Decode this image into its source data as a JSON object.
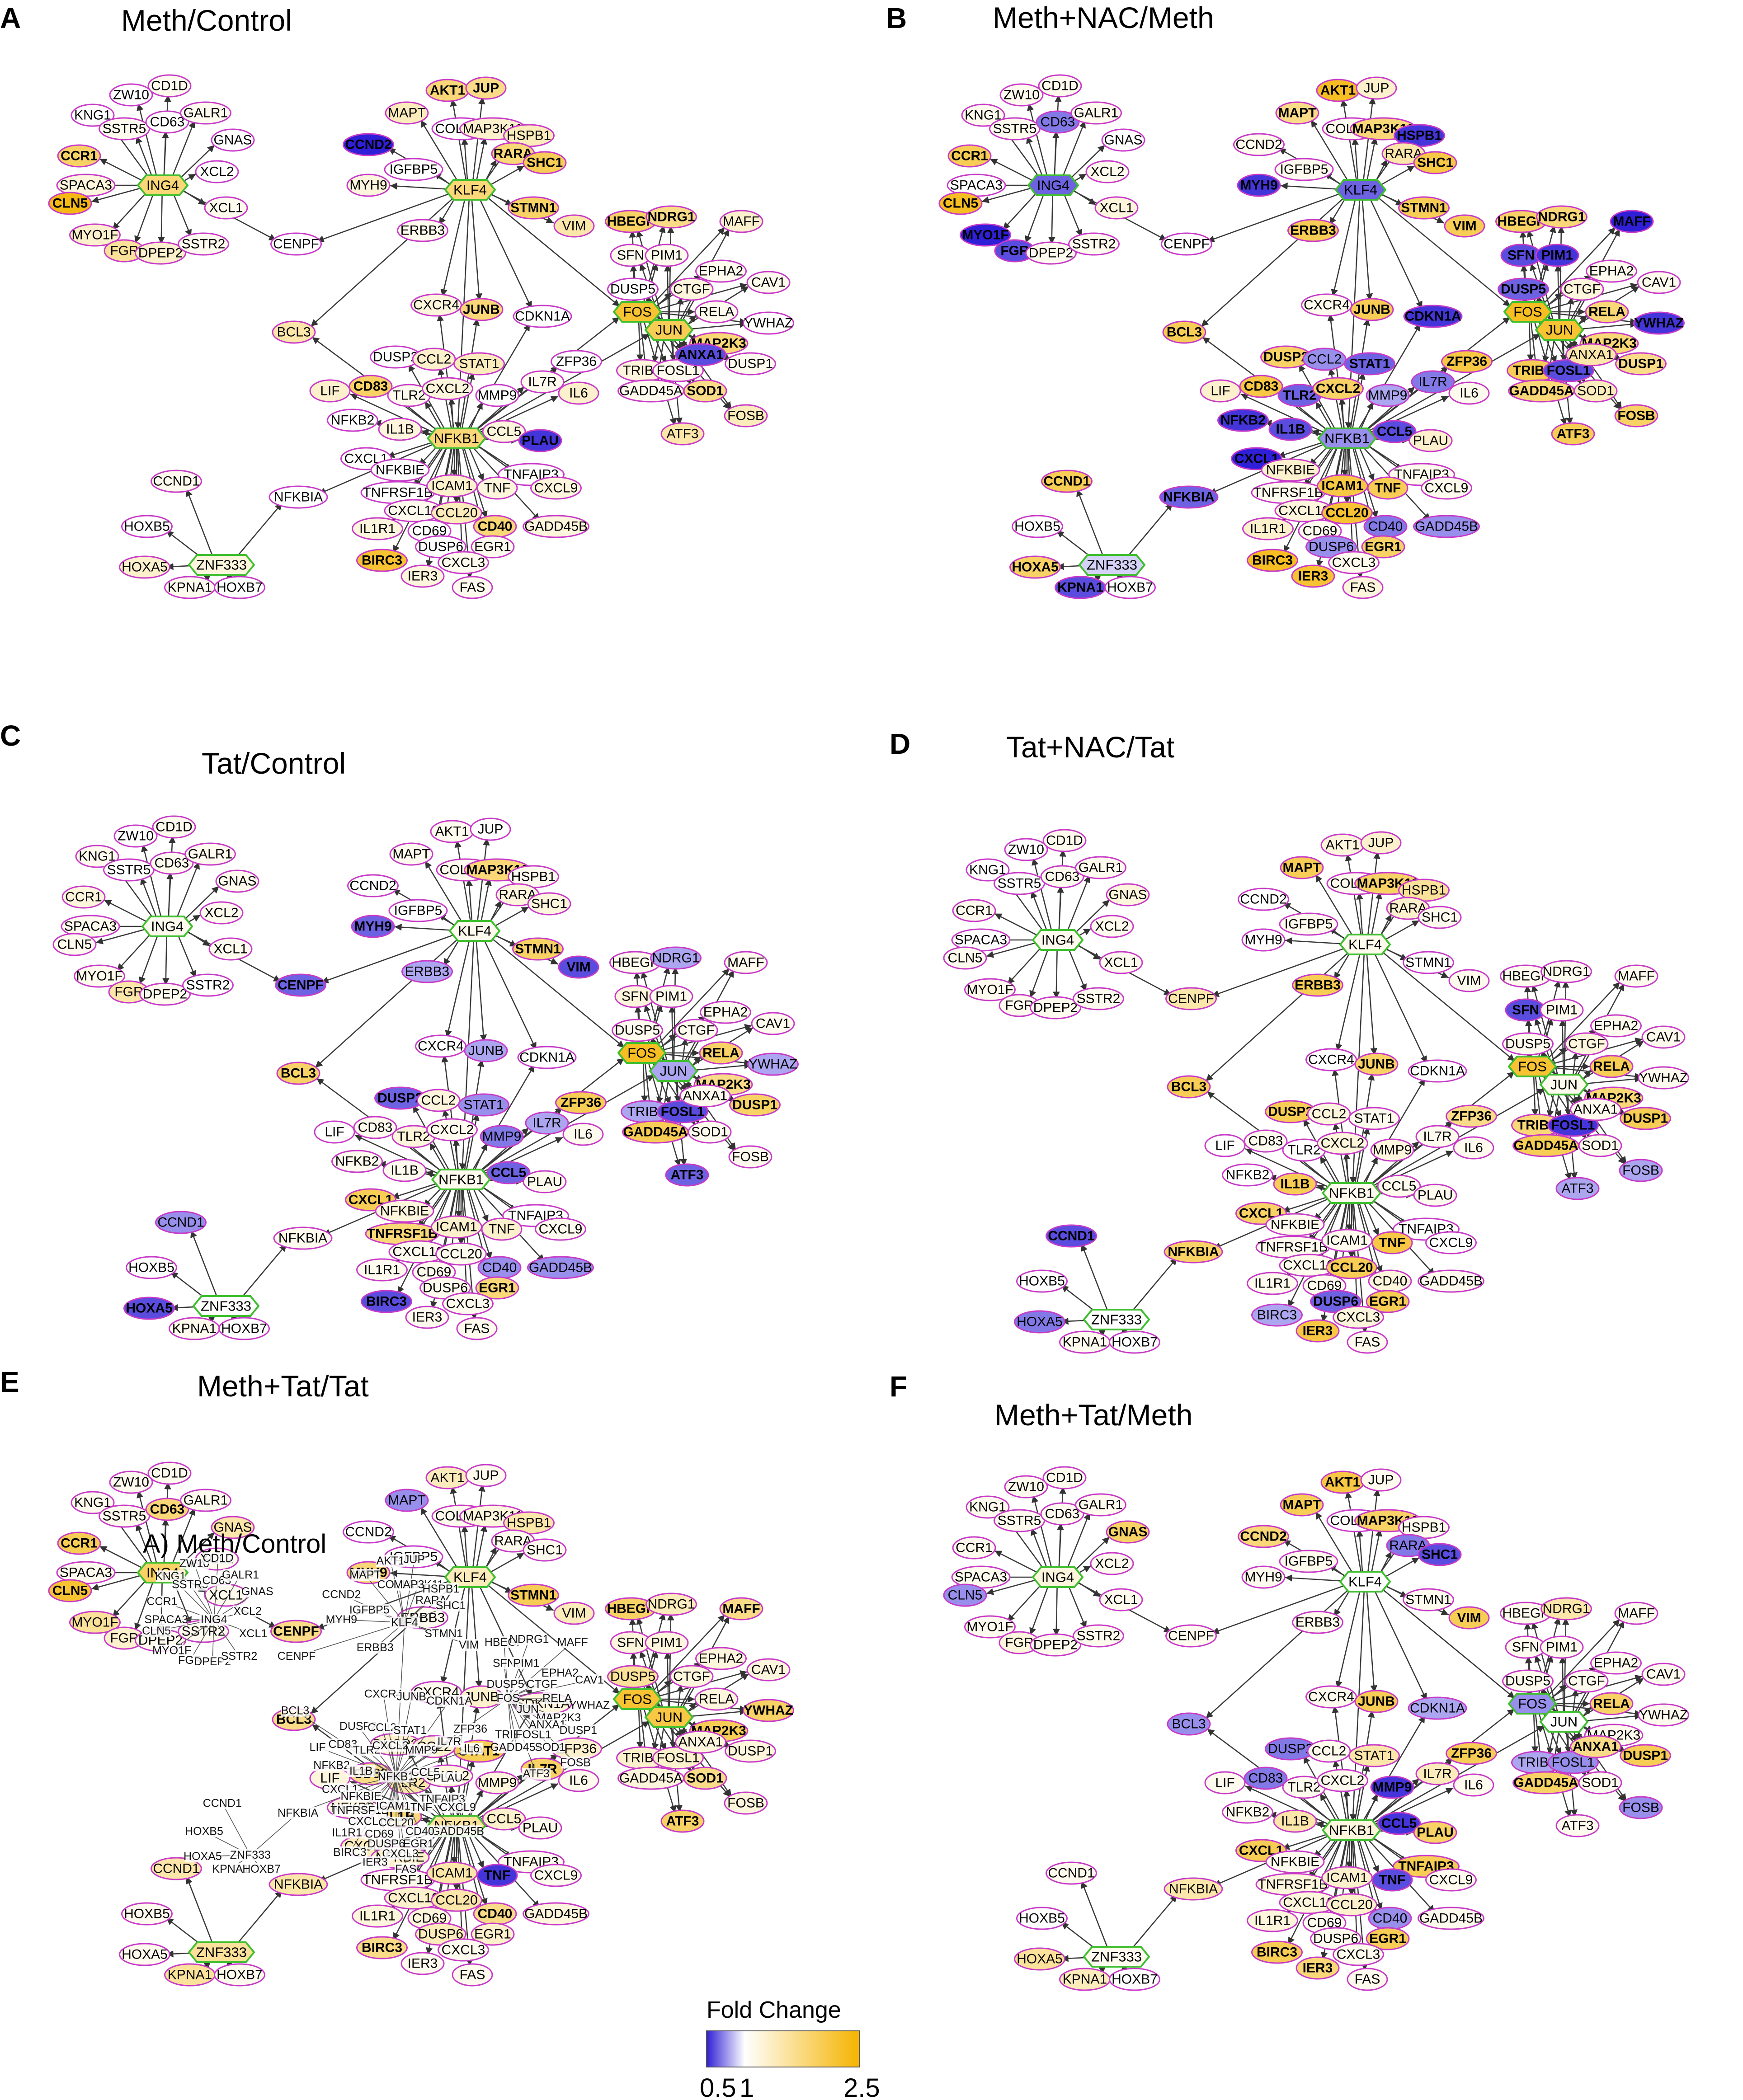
{
  "panels": [
    {
      "letter": "A",
      "title": "Meth/Control"
    },
    {
      "letter": "B",
      "title": "Meth+NAC/Meth"
    },
    {
      "letter": "C",
      "title": "Tat/Control"
    },
    {
      "letter": "D",
      "title": "Tat+NAC/Tat"
    },
    {
      "letter": "E",
      "title": "Meth+Tat/Tat"
    },
    {
      "letter": "F",
      "title": "Meth+Tat/Meth"
    }
  ],
  "overlay_label": "A) Meth/Control",
  "legend": {
    "title": "Fold Change",
    "ticks": [
      "0.5",
      "1",
      "2.5"
    ],
    "colors": {
      "low": "#2f1fd6",
      "mid": "#ffffff",
      "high": "#f5b400"
    }
  },
  "hubs": [
    "ING4",
    "KLF4",
    "NFKB1",
    "FOS",
    "JUN",
    "ZNF333"
  ],
  "clusters": {
    "ING4": [
      "ZW10",
      "CD1D",
      "KNG1",
      "SSTR5",
      "CD63",
      "GALR1",
      "GNAS",
      "CCR1",
      "XCL2",
      "SPACA3",
      "CLN5",
      "XCL1",
      "MYO1F",
      "FGR",
      "DPEP2",
      "SSTR2"
    ],
    "KLF4": [
      "MAPT",
      "AKT1",
      "JUP",
      "COL1A1",
      "MAP3K11",
      "HSPB1",
      "CCND2",
      "IGFBP5",
      "RARA",
      "MYH9",
      "SHC1",
      "ERBB3",
      "STMN1",
      "CENPF",
      "VIM"
    ],
    "NFKB1": [
      "BCL3",
      "CXCR4",
      "JUNB",
      "CDKN1A",
      "DUSP2",
      "CCL2",
      "STAT1",
      "LIF",
      "CD83",
      "TLR2",
      "CXCL2",
      "MMP9",
      "IL7R",
      "NFKB2",
      "IL1B",
      "CCL5",
      "PLAU",
      "CXCL1",
      "NFKBIE",
      "TNFAIP3",
      "TNFRSF1B",
      "ICAM1",
      "TNF",
      "CXCL9",
      "CXCL10",
      "CCL20",
      "GADD45B",
      "IL1R1",
      "CD69",
      "CD40",
      "EGR1",
      "BIRC3",
      "DUSP6",
      "CXCL3",
      "IER3",
      "FAS",
      "ZFP36",
      "IL6",
      "NFKBIA"
    ],
    "FOS": [
      "HBEGF",
      "NDRG1",
      "MAFF",
      "SFN",
      "PIM1",
      "DUSP5",
      "CTGF",
      "EPHA2",
      "CAV1",
      "RELA",
      "YWHAZ",
      "TRIB1",
      "FOSL1",
      "MAP2K3",
      "ANXA1",
      "DUSP1",
      "GADD45A",
      "SOD1",
      "FOSB",
      "ATF3"
    ],
    "ZNF333": [
      "CCND1",
      "HOXB5",
      "HOXA5",
      "KPNA1",
      "HOXB7"
    ]
  },
  "fold_change": {
    "A": {
      "ING4": 1.8,
      "KLF4": 1.8,
      "NFKB1": 1.8,
      "FOS": 2.2,
      "JUN": 2.0,
      "ZNF333": 1.2,
      "ZW10": 1.0,
      "CD1D": 1.1,
      "KNG1": 1.0,
      "SSTR5": 1.1,
      "CD63": 1.0,
      "GALR1": 1.1,
      "GNAS": 1.0,
      "CCR1": 1.9,
      "XCL2": 1.0,
      "SPACA3": 1.2,
      "CLN5": 2.4,
      "XCL1": 1.1,
      "MYO1F": 1.3,
      "FGR": 1.6,
      "DPEP2": 1.3,
      "SSTR2": 1.1,
      "MAPT": 1.4,
      "AKT1": 1.8,
      "JUP": 1.7,
      "COL1A1": 1.0,
      "MAP3K11": 1.3,
      "HSPB1": 1.4,
      "CCND2": 0.5,
      "IGFBP5": 1.0,
      "RARA": 1.8,
      "MYH9": 1.2,
      "SHC1": 2.0,
      "ERBB3": 1.1,
      "STMN1": 1.9,
      "CENPF": 1.0,
      "VIM": 1.5,
      "BCL3": 1.5,
      "CXCR4": 1.2,
      "JUNB": 1.8,
      "CDKN1A": 1.0,
      "DUSP2": 1.0,
      "CCL2": 1.3,
      "STAT1": 1.4,
      "LIF": 1.3,
      "CD83": 1.9,
      "TLR2": 1.1,
      "CXCL2": 1.2,
      "MMP9": 1.0,
      "IL7R": 1.1,
      "NFKB2": 1.0,
      "IL1B": 1.2,
      "CCL5": 1.2,
      "PLAU": 0.55,
      "CXCL1": 1.0,
      "NFKBIE": 1.0,
      "TNFAIP3": 1.0,
      "TNFRSF1B": 1.0,
      "ICAM1": 1.3,
      "TNF": 1.2,
      "CXCL9": 1.2,
      "CXCL10": 1.1,
      "CCL20": 1.4,
      "GADD45B": 1.2,
      "IL1R1": 1.2,
      "CD69": 1.0,
      "CD40": 1.8,
      "EGR1": 1.1,
      "BIRC3": 2.2,
      "DUSP6": 1.0,
      "CXCL3": 1.1,
      "IER3": 1.2,
      "FAS": 1.1,
      "ZFP36": 1.0,
      "IL6": 1.3,
      "NFKBIA": 1.0,
      "HBEGF": 1.9,
      "NDRG1": 1.7,
      "MAFF": 1.3,
      "SFN": 1.1,
      "PIM1": 1.1,
      "DUSP5": 1.0,
      "CTGF": 1.2,
      "EPHA2": 1.1,
      "CAV1": 1.1,
      "RELA": 1.1,
      "YWHAZ": 1.0,
      "TRIB1": 1.2,
      "FOSL1": 1.1,
      "MAP2K3": 1.8,
      "ANXA1": 0.6,
      "DUSP1": 1.1,
      "GADD45A": 1.1,
      "SOD1": 1.7,
      "FOSB": 1.4,
      "ATF3": 1.5,
      "CCND1": 1.1,
      "HOXB5": 1.0,
      "HOXA5": 1.3,
      "KPNA1": 1.1,
      "HOXB7": 1.0
    },
    "B": {
      "ING4": 0.65,
      "KLF4": 0.65,
      "NFKB1": 0.75,
      "FOS": 2.3,
      "JUN": 2.2,
      "ZNF333": 0.9,
      "ZW10": 1.1,
      "CD1D": 1.1,
      "KNG1": 1.1,
      "SSTR5": 1.1,
      "CD63": 0.7,
      "GALR1": 1.1,
      "GNAS": 1.0,
      "CCR1": 2.0,
      "XCL2": 1.1,
      "SPACA3": 1.0,
      "CLN5": 2.3,
      "XCL1": 1.2,
      "MYO1F": 0.5,
      "FGR": 0.6,
      "DPEP2": 1.1,
      "SSTR2": 1.1,
      "MAPT": 1.7,
      "AKT1": 2.3,
      "JUP": 1.3,
      "COL1A1": 1.1,
      "MAP3K11": 1.8,
      "HSPB1": 0.55,
      "CCND2": 1.1,
      "IGFBP5": 1.1,
      "RARA": 1.5,
      "MYH9": 0.55,
      "SHC1": 2.1,
      "ERBB3": 2.0,
      "STMN1": 2.0,
      "CENPF": 1.0,
      "VIM": 2.0,
      "BCL3": 2.0,
      "CXCR4": 1.1,
      "JUNB": 2.0,
      "CDKN1A": 0.55,
      "DUSP2": 1.9,
      "CCL2": 0.75,
      "STAT1": 0.65,
      "LIF": 1.3,
      "CD83": 2.1,
      "TLR2": 0.65,
      "CXCL2": 1.9,
      "MMP9": 0.8,
      "IL7R": 0.7,
      "NFKB2": 0.55,
      "IL1B": 0.6,
      "CCL5": 0.6,
      "PLAU": 1.3,
      "CXCL1": 0.5,
      "NFKBIE": 1.3,
      "TNFAIP3": 1.1,
      "TNFRSF1B": 1.1,
      "ICAM1": 2.1,
      "TNF": 2.0,
      "CXCL9": 1.1,
      "CXCL10": 1.2,
      "CCL20": 2.2,
      "GADD45B": 0.75,
      "IL1R1": 1.3,
      "CD69": 1.1,
      "CD40": 0.7,
      "EGR1": 1.9,
      "BIRC3": 2.3,
      "DUSP6": 0.75,
      "CXCL3": 1.1,
      "IER3": 2.2,
      "FAS": 1.2,
      "ZFP36": 2.1,
      "IL6": 1.1,
      "NFKBIA": 0.65,
      "HBEGF": 1.9,
      "NDRG1": 1.8,
      "MAFF": 0.5,
      "SFN": 0.6,
      "PIM1": 0.55,
      "DUSP5": 0.65,
      "CTGF": 1.2,
      "EPHA2": 1.1,
      "CAV1": 1.1,
      "RELA": 1.8,
      "YWHAZ": 0.55,
      "TRIB1": 2.0,
      "FOSL1": 0.6,
      "MAP2K3": 1.8,
      "ANXA1": 1.5,
      "DUSP1": 1.7,
      "GADD45A": 1.8,
      "SOD1": 1.4,
      "FOSB": 1.9,
      "ATF3": 2.0,
      "CCND1": 2.0,
      "HOXB5": 1.0,
      "HOXA5": 1.9,
      "KPNA1": 0.6,
      "HOXB7": 1.0
    },
    "C": {
      "ING4": 1.1,
      "KLF4": 1.1,
      "NFKB1": 1.1,
      "FOS": 2.3,
      "JUN": 0.8,
      "ZNF333": 1.0,
      "ZW10": 1.0,
      "CD1D": 1.1,
      "KNG1": 1.1,
      "SSTR5": 1.0,
      "CD63": 1.1,
      "GALR1": 1.1,
      "GNAS": 1.1,
      "CCR1": 1.2,
      "XCL2": 1.1,
      "SPACA3": 1.1,
      "CLN5": 1.1,
      "XCL1": 1.1,
      "MYO1F": 1.1,
      "FGR": 1.5,
      "DPEP2": 1.1,
      "SSTR2": 1.0,
      "MAPT": 1.1,
      "AKT1": 1.1,
      "JUP": 1.0,
      "COL1A1": 1.1,
      "MAP3K11": 1.8,
      "HSPB1": 1.1,
      "CCND2": 1.0,
      "IGFBP5": 1.0,
      "RARA": 1.2,
      "MYH9": 0.65,
      "SHC1": 1.2,
      "ERBB3": 0.8,
      "STMN1": 1.9,
      "CENPF": 0.65,
      "VIM": 0.6,
      "BCL3": 1.9,
      "CXCR4": 1.0,
      "JUNB": 0.8,
      "CDKN1A": 1.0,
      "DUSP2": 0.65,
      "CCL2": 1.2,
      "STAT1": 0.75,
      "LIF": 1.0,
      "CD83": 1.1,
      "TLR2": 1.2,
      "CXCL2": 1.1,
      "MMP9": 0.7,
      "IL7R": 0.8,
      "NFKB2": 1.1,
      "IL1B": 1.1,
      "CCL5": 0.65,
      "PLAU": 1.1,
      "CXCL1": 2.0,
      "NFKBIE": 1.2,
      "TNFAIP3": 1.0,
      "TNFRSF1B": 1.8,
      "ICAM1": 1.3,
      "TNF": 1.3,
      "CXCL9": 1.1,
      "CXCL10": 1.1,
      "CCL20": 1.1,
      "GADD45B": 0.75,
      "IL1R1": 1.1,
      "CD69": 1.1,
      "CD40": 0.75,
      "EGR1": 1.8,
      "BIRC3": 0.6,
      "DUSP6": 1.1,
      "CXCL3": 1.1,
      "IER3": 1.1,
      "FAS": 1.1,
      "ZFP36": 2.0,
      "IL6": 1.1,
      "NFKBIA": 1.1,
      "HBEGF": 1.1,
      "NDRG1": 0.8,
      "MAFF": 1.1,
      "SFN": 1.2,
      "PIM1": 1.1,
      "DUSP5": 1.1,
      "CTGF": 1.1,
      "EPHA2": 1.1,
      "CAV1": 1.1,
      "RELA": 1.9,
      "YWHAZ": 0.8,
      "TRIB1": 0.8,
      "FOSL1": 0.6,
      "MAP2K3": 1.7,
      "ANXA1": 1.1,
      "DUSP1": 1.9,
      "GADD45A": 2.0,
      "SOD1": 1.1,
      "FOSB": 1.1,
      "ATF3": 0.65,
      "CCND1": 0.75,
      "HOXB5": 1.0,
      "HOXA5": 0.6,
      "KPNA1": 1.1,
      "HOXB7": 1.0
    },
    "D": {
      "ING4": 1.1,
      "KLF4": 1.1,
      "NFKB1": 1.1,
      "FOS": 2.2,
      "JUN": 1.1,
      "ZNF333": 1.0,
      "ZW10": 1.0,
      "CD1D": 1.1,
      "KNG1": 1.0,
      "SSTR5": 1.0,
      "CD63": 1.1,
      "GALR1": 1.1,
      "GNAS": 1.2,
      "CCR1": 1.1,
      "XCL2": 1.1,
      "SPACA3": 1.0,
      "CLN5": 1.1,
      "XCL1": 1.1,
      "MYO1F": 1.1,
      "FGR": 1.1,
      "DPEP2": 1.1,
      "SSTR2": 1.1,
      "MAPT": 2.0,
      "AKT1": 1.2,
      "JUP": 1.3,
      "COL1A1": 1.1,
      "MAP3K11": 1.9,
      "HSPB1": 1.6,
      "CCND2": 1.0,
      "IGFBP5": 1.1,
      "RARA": 1.3,
      "MYH9": 1.0,
      "SHC1": 1.1,
      "ERBB3": 2.0,
      "STMN1": 1.0,
      "CENPF": 1.5,
      "VIM": 1.1,
      "BCL3": 2.0,
      "CXCR4": 1.0,
      "JUNB": 1.9,
      "CDKN1A": 1.0,
      "DUSP2": 2.0,
      "CCL2": 1.2,
      "STAT1": 1.1,
      "LIF": 1.0,
      "CD83": 1.1,
      "TLR2": 1.0,
      "CXCL2": 1.2,
      "MMP9": 1.2,
      "IL7R": 1.1,
      "NFKB2": 1.0,
      "IL1B": 2.0,
      "CCL5": 1.1,
      "PLAU": 1.1,
      "CXCL1": 1.9,
      "NFKBIE": 1.1,
      "TNFAIP3": 1.0,
      "TNFRSF1B": 1.1,
      "ICAM1": 1.1,
      "TNF": 2.1,
      "CXCL9": 1.0,
      "CXCL10": 1.1,
      "CCL20": 2.0,
      "GADD45B": 1.1,
      "IL1R1": 1.1,
      "CD69": 1.1,
      "CD40": 1.2,
      "EGR1": 2.0,
      "BIRC3": 0.8,
      "DUSP6": 0.65,
      "CXCL3": 1.2,
      "IER3": 2.1,
      "FAS": 1.1,
      "ZFP36": 1.7,
      "IL6": 1.1,
      "NFKBIA": 1.9,
      "HBEGF": 1.1,
      "NDRG1": 1.1,
      "MAFF": 1.1,
      "SFN": 0.6,
      "PIM1": 1.1,
      "DUSP5": 1.1,
      "CTGF": 1.2,
      "EPHA2": 1.1,
      "CAV1": 1.1,
      "RELA": 2.0,
      "YWHAZ": 1.1,
      "TRIB1": 1.8,
      "FOSL1": 0.55,
      "MAP2K3": 1.8,
      "ANXA1": 1.1,
      "DUSP1": 2.0,
      "GADD45A": 2.0,
      "SOD1": 1.1,
      "FOSB": 0.8,
      "ATF3": 0.8,
      "CCND1": 0.6,
      "HOXB5": 1.0,
      "HOXA5": 0.7,
      "KPNA1": 1.1,
      "HOXB7": 1.0
    },
    "E": {
      "ING4": 1.9,
      "KLF4": 1.4,
      "NFKB1": 1.6,
      "FOS": 2.2,
      "JUN": 2.1,
      "ZNF333": 1.6,
      "ZW10": 1.1,
      "CD1D": 1.1,
      "KNG1": 1.1,
      "SSTR5": 1.1,
      "CD63": 1.8,
      "GALR1": 1.1,
      "GNAS": 1.5,
      "CCR1": 2.0,
      "XCL2": 1.1,
      "SPACA3": 1.1,
      "CLN5": 2.2,
      "XCL1": 1.1,
      "MYO1F": 1.6,
      "FGR": 1.3,
      "DPEP2": 1.1,
      "SSTR2": 1.1,
      "MAPT": 0.75,
      "AKT1": 1.4,
      "JUP": 1.1,
      "COL1A1": 1.1,
      "MAP3K11": 1.2,
      "HSPB1": 1.5,
      "CCND2": 1.0,
      "IGFBP5": 1.0,
      "RARA": 1.1,
      "MYH9": 1.8,
      "SHC1": 1.1,
      "ERBB3": 1.1,
      "STMN1": 2.0,
      "CENPF": 1.7,
      "VIM": 1.4,
      "BCL3": 1.7,
      "CXCR4": 1.1,
      "JUNB": 1.3,
      "CDKN1A": 1.2,
      "DUSP2": 1.3,
      "CCL2": 1.3,
      "STAT1": 2.0,
      "LIF": 1.2,
      "CD83": 1.7,
      "TLR2": 1.5,
      "CXCL2": 1.2,
      "MMP9": 1.2,
      "IL7R": 1.9,
      "NFKB2": 1.2,
      "IL1B": 1.8,
      "CCL5": 1.3,
      "PLAU": 1.1,
      "CXCL1": 1.4,
      "NFKBIE": 1.3,
      "TNFAIP3": 1.1,
      "TNFRSF1B": 1.1,
      "ICAM1": 1.5,
      "TNF": 0.55,
      "CXCL9": 1.1,
      "CXCL10": 1.3,
      "CCL20": 1.5,
      "GADD45B": 1.2,
      "IL1R1": 1.2,
      "CD69": 1.2,
      "CD40": 1.7,
      "EGR1": 1.3,
      "BIRC3": 1.7,
      "DUSP6": 1.4,
      "CXCL3": 1.1,
      "IER3": 1.1,
      "FAS": 1.1,
      "ZFP36": 1.3,
      "IL6": 1.1,
      "NFKBIA": 1.5,
      "HBEGF": 1.9,
      "NDRG1": 1.4,
      "MAFF": 1.7,
      "SFN": 1.2,
      "PIM1": 1.2,
      "DUSP5": 1.6,
      "CTGF": 1.2,
      "EPHA2": 1.2,
      "CAV1": 1.2,
      "RELA": 1.2,
      "YWHAZ": 1.9,
      "TRIB1": 1.3,
      "FOSL1": 1.3,
      "MAP2K3": 2.0,
      "ANXA1": 1.2,
      "DUSP1": 1.2,
      "GADD45A": 1.2,
      "SOD1": 1.7,
      "FOSB": 1.2,
      "ATF3": 1.9,
      "CCND1": 1.5,
      "HOXB5": 1.1,
      "HOXA5": 1.1,
      "KPNA1": 1.6,
      "HOXB7": 1.1
    },
    "F": {
      "ING4": 1.2,
      "KLF4": 1.0,
      "NFKB1": 1.2,
      "FOS": 0.75,
      "JUN": 1.0,
      "ZNF333": 1.1,
      "ZW10": 1.1,
      "CD1D": 1.1,
      "KNG1": 1.1,
      "SSTR5": 1.1,
      "CD63": 1.1,
      "GALR1": 1.1,
      "GNAS": 1.9,
      "CCR1": 1.1,
      "XCL2": 1.1,
      "SPACA3": 1.1,
      "CLN5": 0.75,
      "XCL1": 1.1,
      "MYO1F": 1.1,
      "FGR": 1.2,
      "DPEP2": 1.1,
      "SSTR2": 1.1,
      "MAPT": 2.0,
      "AKT1": 2.1,
      "JUP": 1.1,
      "COL1A1": 1.0,
      "MAP3K11": 1.9,
      "HSPB1": 1.1,
      "CCND2": 1.8,
      "IGFBP5": 1.1,
      "RARA": 0.7,
      "MYH9": 1.1,
      "SHC1": 0.6,
      "ERBB3": 1.1,
      "STMN1": 1.1,
      "CENPF": 1.1,
      "VIM": 2.0,
      "BCL3": 0.75,
      "CXCR4": 1.1,
      "JUNB": 2.0,
      "CDKN1A": 0.8,
      "DUSP2": 0.7,
      "CCL2": 1.1,
      "STAT1": 1.5,
      "LIF": 1.1,
      "CD83": 0.7,
      "TLR2": 1.1,
      "CXCL2": 1.1,
      "MMP9": 0.55,
      "IL7R": 1.4,
      "NFKB2": 1.1,
      "IL1B": 1.5,
      "CCL5": 0.55,
      "PLAU": 1.9,
      "CXCL1": 2.0,
      "NFKBIE": 1.1,
      "TNFAIP3": 2.0,
      "TNFRSF1B": 1.2,
      "ICAM1": 1.3,
      "TNF": 0.6,
      "CXCL9": 1.1,
      "CXCL10": 1.2,
      "CCL20": 1.3,
      "GADD45B": 1.1,
      "IL1R1": 1.2,
      "CD69": 1.1,
      "CD40": 0.75,
      "EGR1": 2.0,
      "BIRC3": 2.0,
      "DUSP6": 1.1,
      "CXCL3": 1.1,
      "IER3": 1.8,
      "FAS": 1.1,
      "ZFP36": 2.0,
      "IL6": 1.1,
      "NFKBIA": 1.5,
      "HBEGF": 1.1,
      "NDRG1": 1.5,
      "MAFF": 1.1,
      "SFN": 1.1,
      "PIM1": 1.1,
      "DUSP5": 1.1,
      "CTGF": 1.1,
      "EPHA2": 1.1,
      "CAV1": 1.1,
      "RELA": 1.9,
      "YWHAZ": 1.1,
      "TRIB1": 0.8,
      "FOSL1": 0.75,
      "MAP2K3": 1.1,
      "ANXA1": 1.7,
      "DUSP1": 2.0,
      "GADD45A": 1.9,
      "SOD1": 1.1,
      "FOSB": 0.75,
      "ATF3": 1.1,
      "CCND1": 1.1,
      "HOXB5": 1.0,
      "HOXA5": 1.6,
      "KPNA1": 1.4,
      "HOXB7": 1.0
    }
  }
}
